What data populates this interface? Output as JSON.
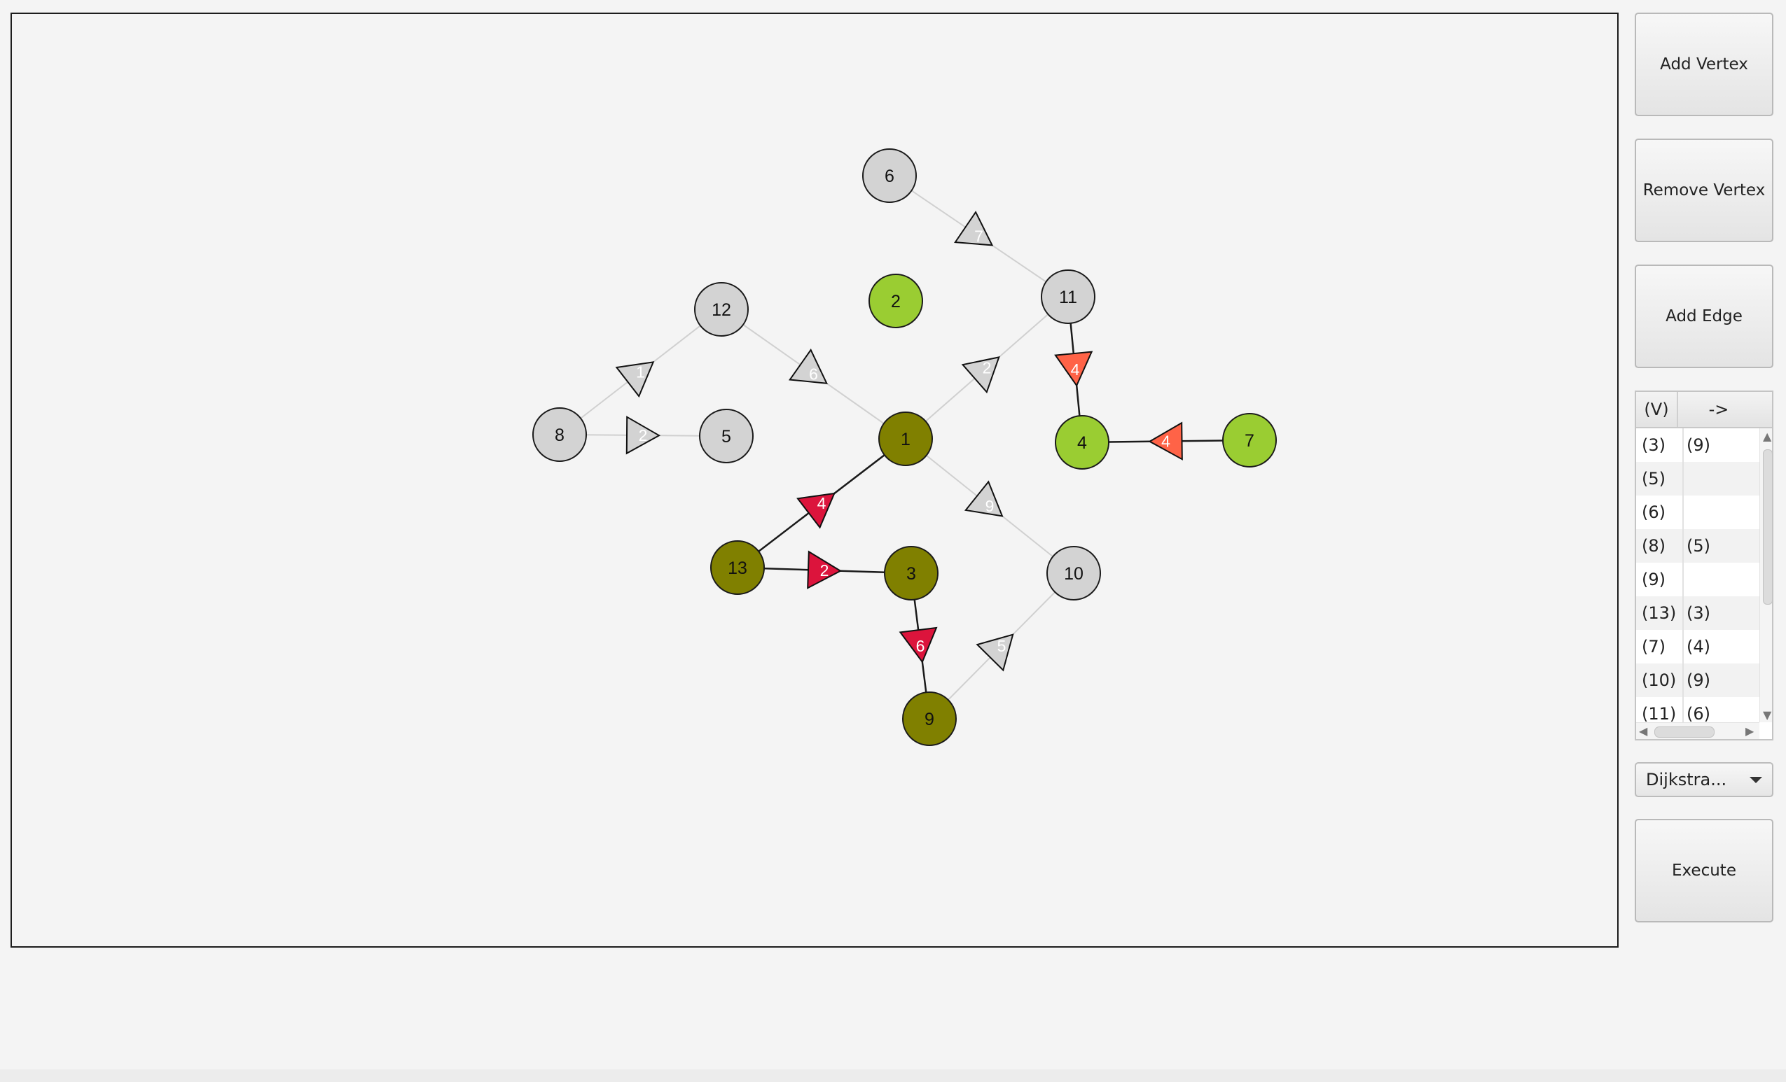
{
  "graph": {
    "vertices": [
      {
        "id": "v6",
        "label": "6",
        "state": "default"
      },
      {
        "id": "v12",
        "label": "12",
        "state": "default"
      },
      {
        "id": "v2",
        "label": "2",
        "state": "green"
      },
      {
        "id": "v11",
        "label": "11",
        "state": "default"
      },
      {
        "id": "v8",
        "label": "8",
        "state": "default"
      },
      {
        "id": "v5",
        "label": "5",
        "state": "default"
      },
      {
        "id": "v1",
        "label": "1",
        "state": "olive"
      },
      {
        "id": "v4",
        "label": "4",
        "state": "green"
      },
      {
        "id": "v7",
        "label": "7",
        "state": "green"
      },
      {
        "id": "v13",
        "label": "13",
        "state": "olive"
      },
      {
        "id": "v3",
        "label": "3",
        "state": "olive"
      },
      {
        "id": "v10",
        "label": "10",
        "state": "default"
      },
      {
        "id": "v9",
        "label": "9",
        "state": "olive"
      }
    ],
    "edges": [
      {
        "from": "v6",
        "to": "v11",
        "weight": "7",
        "state": "default"
      },
      {
        "from": "v8",
        "to": "v12",
        "weight": "1",
        "state": "default"
      },
      {
        "from": "v12",
        "to": "v1",
        "weight": "6",
        "state": "default"
      },
      {
        "from": "v1",
        "to": "v11",
        "weight": "2",
        "state": "default"
      },
      {
        "from": "v11",
        "to": "v4",
        "weight": "4",
        "state": "orange"
      },
      {
        "from": "v7",
        "to": "v4",
        "weight": "4",
        "state": "orange"
      },
      {
        "from": "v8",
        "to": "v5",
        "weight": "2",
        "state": "default"
      },
      {
        "from": "v13",
        "to": "v1",
        "weight": "4",
        "state": "red"
      },
      {
        "from": "v1",
        "to": "v10",
        "weight": "9",
        "state": "default"
      },
      {
        "from": "v13",
        "to": "v3",
        "weight": "2",
        "state": "red"
      },
      {
        "from": "v3",
        "to": "v9",
        "weight": "6",
        "state": "red"
      },
      {
        "from": "v9",
        "to": "v10",
        "weight": "5",
        "state": "default"
      }
    ]
  },
  "colors": {
    "default_fill": "#d3d3d3",
    "green_fill": "#9acd32",
    "olive_fill": "#808000",
    "red_fill": "#dc143c",
    "orange_fill": "#ff6347",
    "default_edge": "#d0d0d0",
    "active_edge": "#1a1a1a"
  },
  "buttons": {
    "add_vertex": "Add Vertex",
    "remove_vertex": "Remove Vertex",
    "add_edge": "Add Edge",
    "execute": "Execute"
  },
  "adjacency_table": {
    "headers": [
      "(V)",
      "->"
    ],
    "rows": [
      [
        "(3)",
        "(9)"
      ],
      [
        "(5)",
        ""
      ],
      [
        "(6)",
        ""
      ],
      [
        "(8)",
        "(5)"
      ],
      [
        "(9)",
        ""
      ],
      [
        "(13)",
        "(3)"
      ],
      [
        "(7)",
        "(4)"
      ],
      [
        "(10)",
        "(9)"
      ],
      [
        "(11)",
        "(6)"
      ]
    ]
  },
  "algorithm_select": {
    "selected": "Dijkstra..."
  }
}
